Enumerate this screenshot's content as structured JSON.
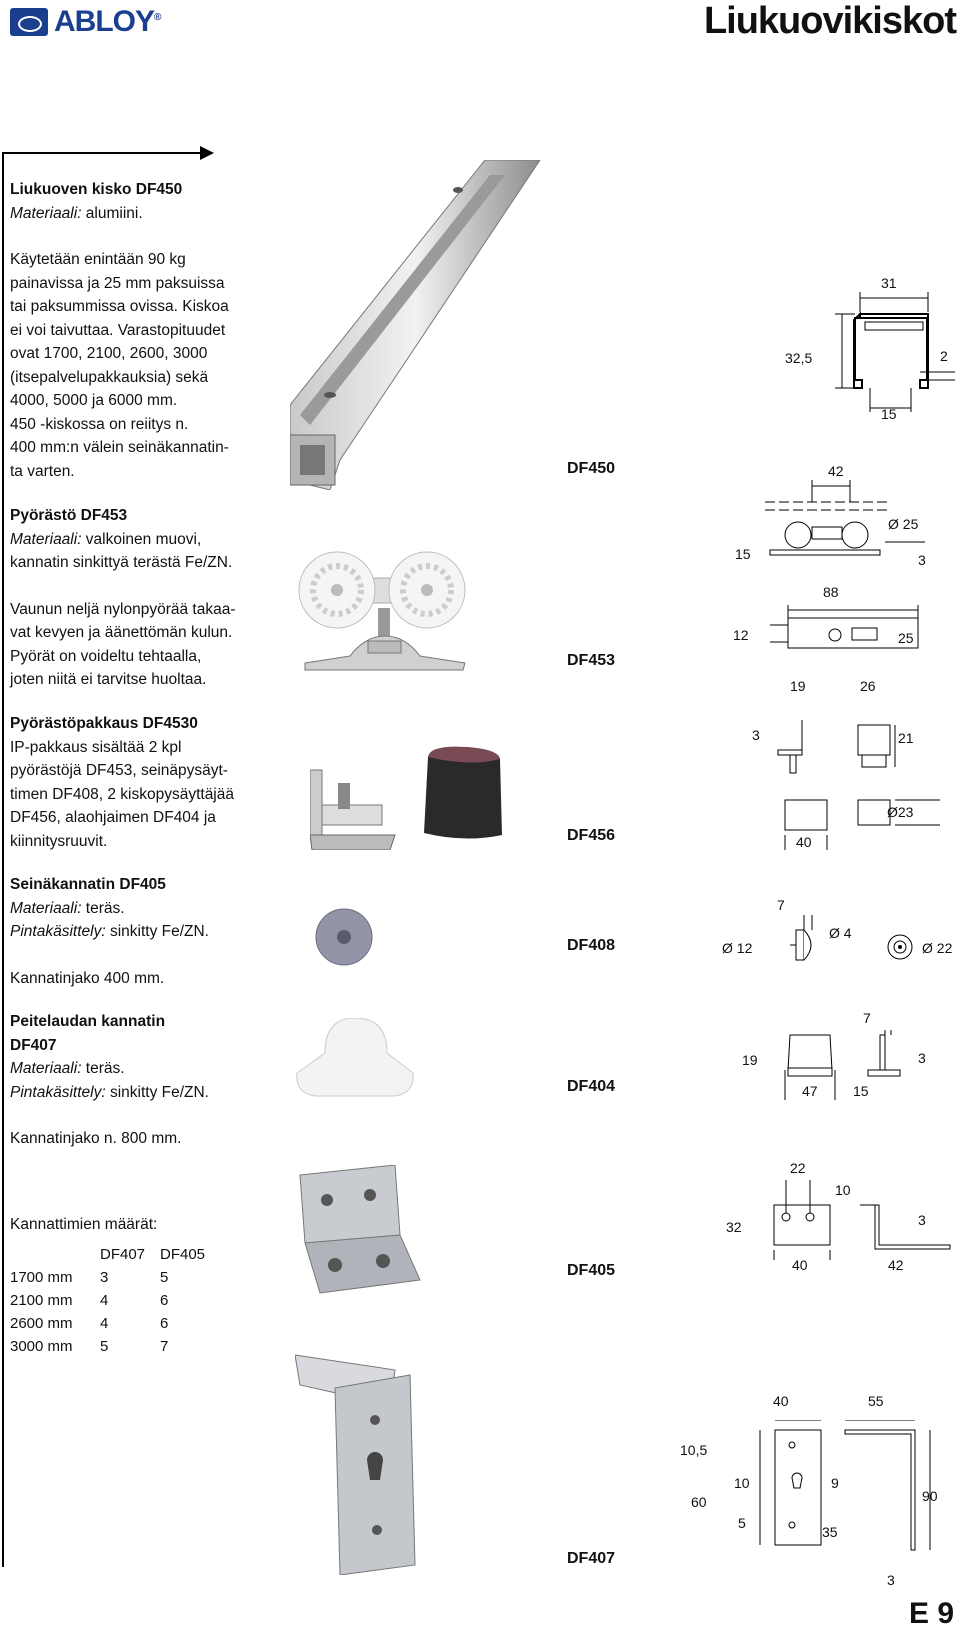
{
  "brand": {
    "name": "ABLOY",
    "reg": "®"
  },
  "page_title": "Liukuovikiskot",
  "page_number": "E 9",
  "sections": {
    "df450": {
      "title": "Liukuoven kisko DF450",
      "material_label": "Materiaali:",
      "material": " alumiini.",
      "body": [
        "Käytetään enintään 90 kg",
        "painavissa ja 25 mm paksuissa",
        "tai paksummissa ovissa. Kiskoa",
        "ei voi taivuttaa. Varastopituudet",
        "ovat 1700, 2100, 2600, 3000",
        "(itsepalvelupakkauksia) sekä",
        "4000, 5000 ja 6000 mm.",
        "450 -kiskossa on reiitys n.",
        "400 mm:n välein seinäkannatin-",
        "ta varten."
      ]
    },
    "df453": {
      "title": "Pyörästö DF453",
      "material_label": "Materiaali:",
      "material": " valkoinen muovi,",
      "material2": "kannatin sinkittyä terästä Fe/ZN.",
      "body": [
        "Vaunun neljä nylonpyörää takaa-",
        "vat kevyen ja äänettömän kulun.",
        "Pyörät on voideltu tehtaalla,",
        "joten niitä ei tarvitse huoltaa."
      ]
    },
    "df4530": {
      "title": "Pyörästöpakkaus DF4530",
      "body": [
        "IP-pakkaus sisältää 2 kpl",
        "pyörästöjä DF453, seinäpysäyt-",
        "timen DF408, 2 kiskopysäyttäjää",
        "DF456, alaohjaimen DF404 ja",
        "kiinnitysruuvit."
      ]
    },
    "df405": {
      "title": "Seinäkannatin DF405",
      "material_label": "Materiaali:",
      "material": " teräs.",
      "finish_label": "Pintakäsittely:",
      "finish": " sinkitty Fe/ZN.",
      "spacing": "Kannatinjako 400 mm."
    },
    "df407": {
      "title1": "Peitelaudan kannatin",
      "title2": "DF407",
      "material_label": "Materiaali:",
      "material": " teräs.",
      "finish_label": "Pintakäsittely:",
      "finish": " sinkitty Fe/ZN.",
      "spacing": "Kannatinjako n. 800 mm."
    },
    "quantities": {
      "title": "Kannattimien määrät:",
      "headers": [
        "",
        "DF407",
        "DF405"
      ],
      "rows": [
        [
          "1700 mm",
          "3",
          "5"
        ],
        [
          "2100 mm",
          "4",
          "6"
        ],
        [
          "2600 mm",
          "4",
          "6"
        ],
        [
          "3000 mm",
          "5",
          "7"
        ]
      ]
    }
  },
  "models": [
    "DF450",
    "DF453",
    "DF456",
    "DF408",
    "DF404",
    "DF405",
    "DF407"
  ],
  "dimensions": {
    "df450": [
      "31",
      "32,5",
      "2",
      "15"
    ],
    "df453": [
      "42",
      "Ø 25",
      "15",
      "3",
      "88",
      "12",
      "25"
    ],
    "df456": [
      "19",
      "26",
      "3",
      "21",
      "40",
      "Ø23"
    ],
    "df408": [
      "7",
      "Ø 4",
      "Ø 12",
      "Ø 22"
    ],
    "df404": [
      "7",
      "19",
      "3",
      "47",
      "15"
    ],
    "df405": [
      "22",
      "10",
      "32",
      "3",
      "40",
      "42"
    ],
    "df407": [
      "40",
      "55",
      "10,5",
      "10",
      "9",
      "90",
      "60",
      "5",
      "35",
      "3"
    ]
  }
}
